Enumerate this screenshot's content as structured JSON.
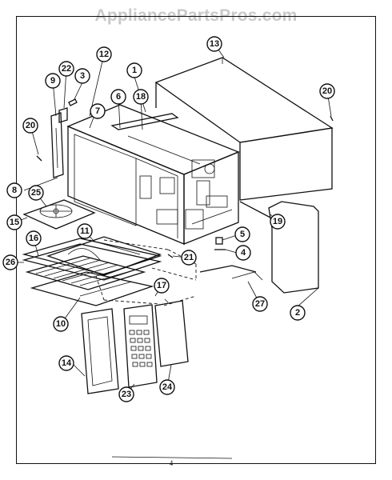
{
  "watermark": "AppliancePartsPros.com",
  "page_number": "4",
  "callouts": [
    "1",
    "2",
    "3",
    "4",
    "5",
    "6",
    "7",
    "8",
    "9",
    "10",
    "11",
    "12",
    "13",
    "14",
    "15",
    "16",
    "17",
    "18",
    "19",
    "20",
    "20",
    "21",
    "22",
    "23",
    "24",
    "25",
    "26",
    "27"
  ]
}
